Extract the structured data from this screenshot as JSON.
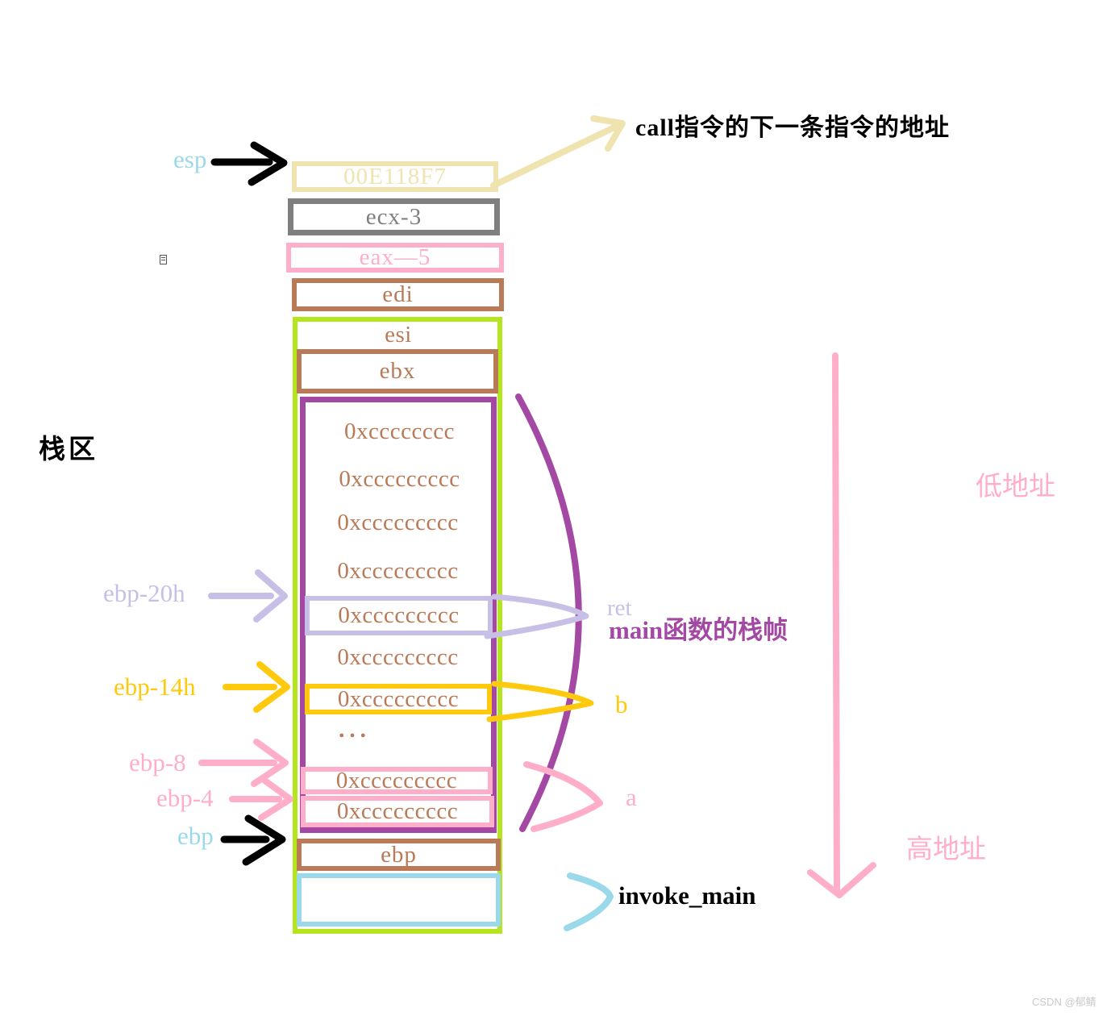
{
  "notes": {
    "call_note": "call指令的下一条指令的地址",
    "stack_area": "栈区",
    "low_address": "低地址",
    "high_address": "高地址",
    "watermark": "CSDN @郁鲭"
  },
  "left_pointers": {
    "esp": "esp",
    "ebp_20h": "ebp-20h",
    "ebp_14h": "ebp-14h",
    "ebp_8": "ebp-8",
    "ebp_4": "ebp-4",
    "ebp": "ebp"
  },
  "stack_boxes": {
    "return_address": "00E118F7",
    "ecx": "ecx-3",
    "eax": "eax—5",
    "edi": "edi",
    "esi": "esi",
    "ebx": "ebx",
    "ebp": "ebp"
  },
  "frame_rows": [
    {
      "text": "0xcccccccc",
      "highlight": "none"
    },
    {
      "text": "0xccccccccc",
      "highlight": "none"
    },
    {
      "text": "0xccccccccc",
      "highlight": "none"
    },
    {
      "text": "0xccccccccc",
      "highlight": "none"
    },
    {
      "text": "0xccccccccc",
      "highlight": "lavender"
    },
    {
      "text": "0xccccccccc",
      "highlight": "none"
    },
    {
      "text": "0xccccccccc",
      "highlight": "gold"
    },
    {
      "text": "...",
      "highlight": "none"
    },
    {
      "text": "0xccccccccc",
      "highlight": "pink"
    },
    {
      "text": "0xccccccccc",
      "highlight": "pink"
    }
  ],
  "annotations": {
    "ret": "ret",
    "main_frame": "main函数的栈帧",
    "var_b": "b",
    "var_a": "a",
    "invoke_main": "invoke_main"
  },
  "colors": {
    "cream": "#EFE4B0",
    "gray": "#7F7F7F",
    "pink": "#FFAEC9",
    "brown": "#B97A57",
    "lime_green": "#B5E61D",
    "purple": "#A349A4",
    "lavender": "#C8BFE7",
    "gold": "#FFC90E",
    "sky_blue": "#99D9EA",
    "black": "#000000"
  }
}
